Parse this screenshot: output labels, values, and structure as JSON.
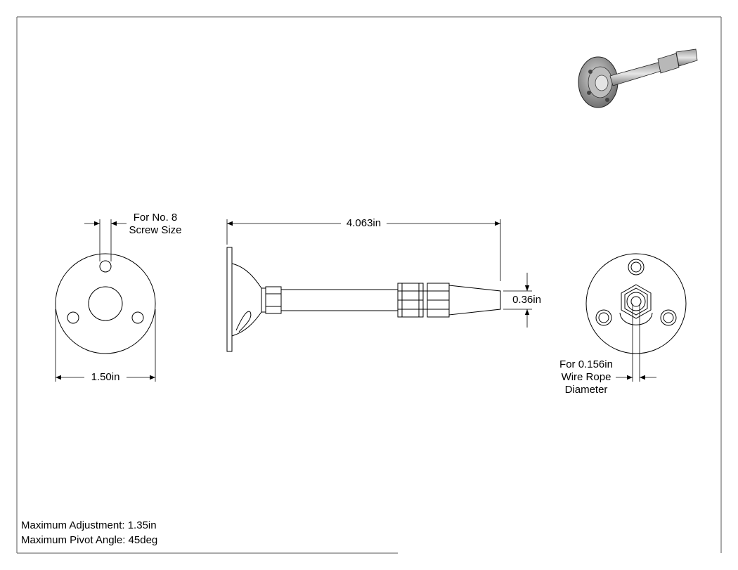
{
  "dimensions": {
    "screw_note_line1": "For No. 8",
    "screw_note_line2": "Screw Size",
    "flange_diameter": "1.50in",
    "overall_length": "4.063in",
    "tip_diameter": "0.36in",
    "wire_note_line1": "For 0.156in",
    "wire_note_line2": "Wire Rope",
    "wire_note_line3": "Diameter"
  },
  "notes": {
    "max_adjustment": "Maximum Adjustment: 1.35in",
    "max_pivot_angle": "Maximum Pivot Angle: 45deg"
  }
}
